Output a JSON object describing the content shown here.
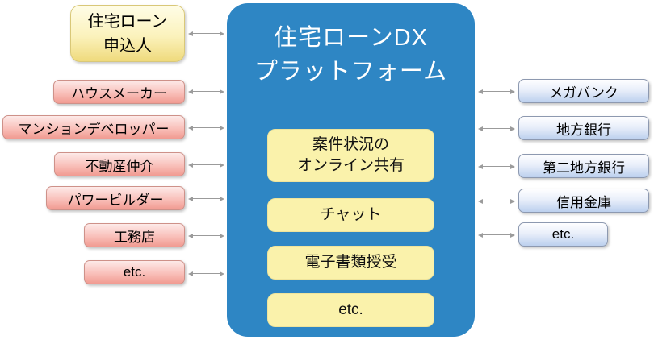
{
  "platform": {
    "title": "住宅ローンDX\nプラットフォーム",
    "features": [
      "案件状況の\nオンライン共有",
      "チャット",
      "電子書類授受",
      "etc."
    ]
  },
  "left_actors": {
    "applicant": "住宅ローン\n申込人",
    "items": [
      "ハウスメーカー",
      "マンションデベロッパー",
      "不動産仲介",
      "パワービルダー",
      "工務店",
      "etc."
    ]
  },
  "right_institutions": {
    "items": [
      "メガバンク",
      "地方銀行",
      "第二地方銀行",
      "信用金庫",
      "etc."
    ]
  },
  "colors": {
    "platform_blue": "#2E86C4",
    "feature_yellow": "#FAF2AB",
    "applicant_yellow": "#EFDA7C",
    "actor_pink": "#F19A91",
    "institution_blue": "#BCD0EE",
    "arrow_gray": "#9B9B9B",
    "platform_text": "#FFFFFF",
    "box_text": "#000000"
  }
}
